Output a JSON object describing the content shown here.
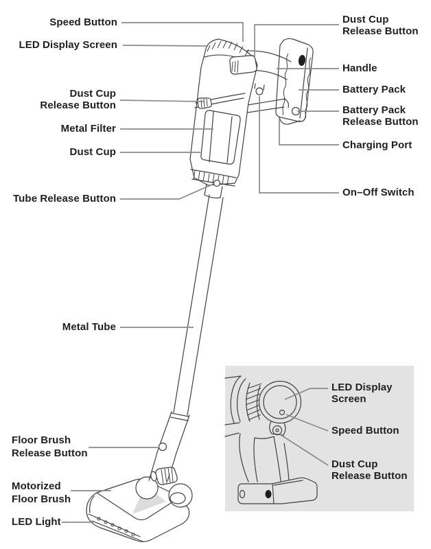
{
  "colors": {
    "line": "#3f3f3f",
    "leader": "#8a8a8a",
    "text": "#1f1f1f",
    "inset_bg": "#e3e3e3"
  },
  "labels": {
    "left": [
      {
        "id": "speed-button",
        "text": "Speed Button"
      },
      {
        "id": "led-display-screen",
        "text": "LED Display Screen"
      },
      {
        "id": "dust-cup-release-button",
        "text": "Dust Cup\nRelease Button"
      },
      {
        "id": "metal-filter",
        "text": "Metal Filter"
      },
      {
        "id": "dust-cup",
        "text": "Dust Cup"
      },
      {
        "id": "tube-release-button",
        "text": "Tube Release Button"
      },
      {
        "id": "metal-tube",
        "text": "Metal Tube"
      },
      {
        "id": "floor-brush-release-button",
        "text": "Floor Brush\nRelease Button"
      },
      {
        "id": "motorized-floor-brush",
        "text": "Motorized\nFloor Brush"
      },
      {
        "id": "led-light",
        "text": "LED Light"
      }
    ],
    "right": [
      {
        "id": "dust-cup-release-button",
        "text": "Dust Cup\nRelease Button"
      },
      {
        "id": "handle",
        "text": "Handle"
      },
      {
        "id": "battery-pack",
        "text": "Battery Pack"
      },
      {
        "id": "battery-pack-release-button",
        "text": "Battery Pack\nRelease Button"
      },
      {
        "id": "charging-port",
        "text": "Charging Port"
      },
      {
        "id": "on-off-switch",
        "text": "On–Off Switch"
      }
    ],
    "inset": [
      {
        "id": "led-display-screen",
        "text": "LED Display\nScreen"
      },
      {
        "id": "speed-button",
        "text": "Speed Button"
      },
      {
        "id": "dust-cup-release-button",
        "text": "Dust Cup\nRelease Button"
      }
    ]
  }
}
